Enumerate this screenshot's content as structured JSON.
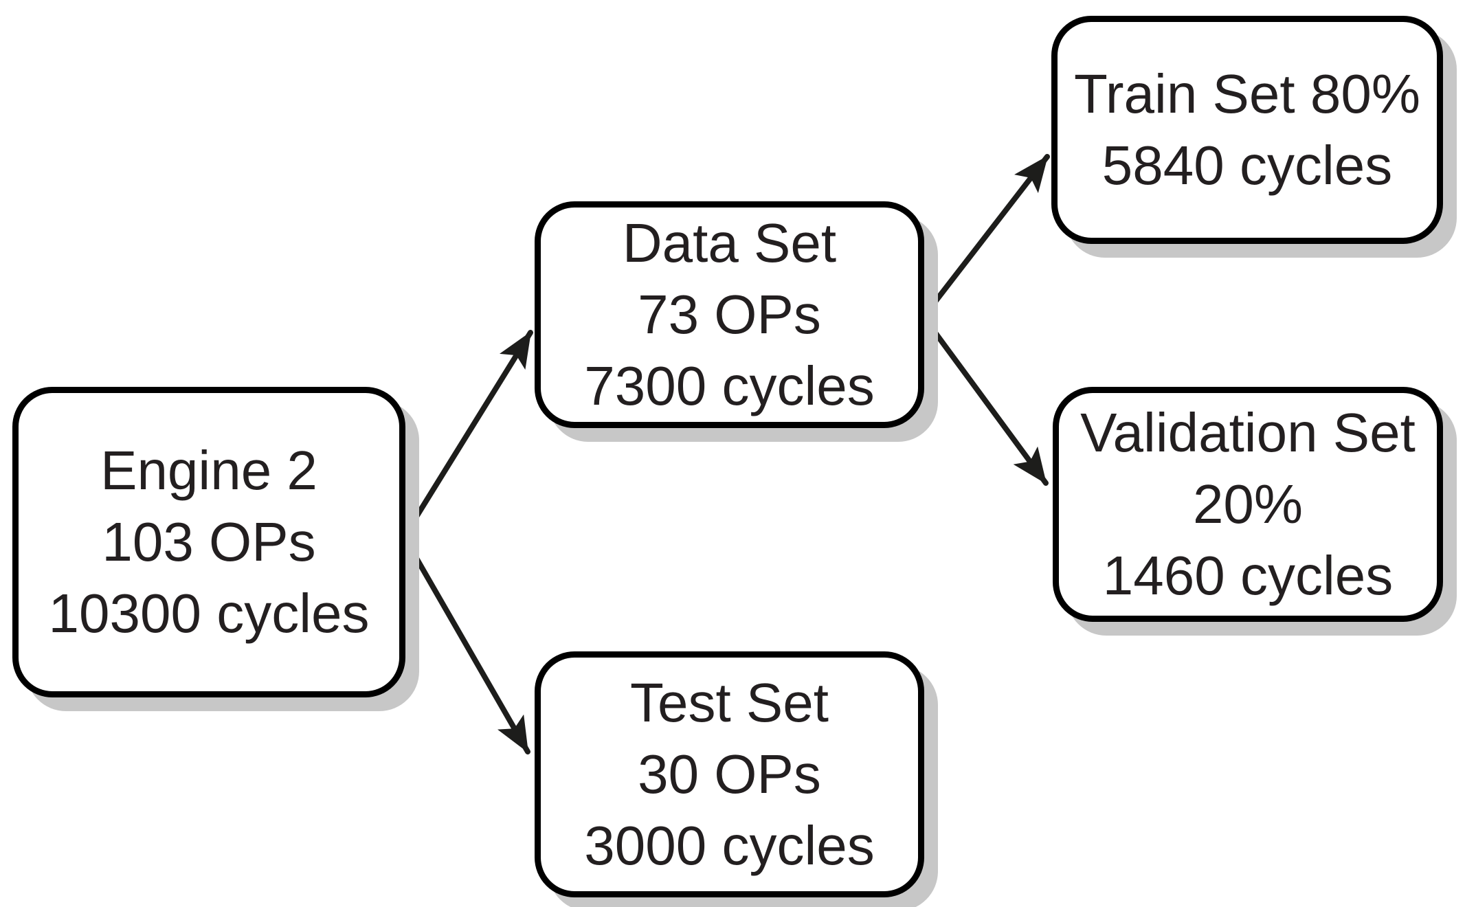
{
  "diagram": {
    "background": "#ffffff",
    "colors": {
      "box_fill": "#ffffff",
      "box_border": "#000000",
      "box_shadow": "#c7c7c7",
      "text": "#231f20",
      "arrow": "#1d1d1b"
    },
    "nodes": {
      "engine": {
        "lines": [
          "Engine 2",
          "103 OPs",
          "10300 cycles"
        ]
      },
      "data_set": {
        "lines": [
          "Data Set",
          "73 OPs",
          "7300 cycles"
        ]
      },
      "test_set": {
        "lines": [
          "Test Set",
          "30 OPs",
          "3000 cycles"
        ]
      },
      "train_set": {
        "lines": [
          "Train Set 80%",
          "5840 cycles"
        ]
      },
      "validation_set": {
        "lines": [
          "Validation Set",
          "20%",
          "1460 cycles"
        ]
      }
    },
    "edges": [
      {
        "from": "Engine 2",
        "to": "Data Set"
      },
      {
        "from": "Engine 2",
        "to": "Test Set"
      },
      {
        "from": "Data Set",
        "to": "Train Set 80%"
      },
      {
        "from": "Data Set",
        "to": "Validation Set 20%"
      }
    ]
  }
}
